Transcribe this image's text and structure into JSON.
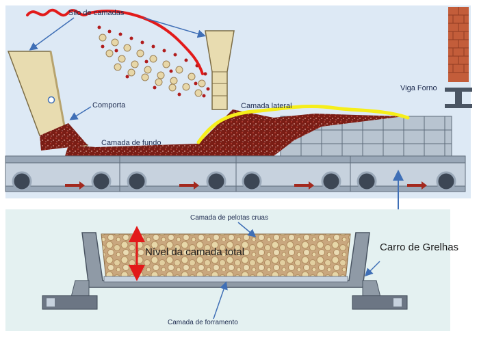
{
  "labels": {
    "silo": "Silo de camadas",
    "comporta": "Comporta",
    "camada_fundo": "Camada de fundo",
    "camada_lateral": "Camada lateral",
    "viga_forno": "Viga Forno",
    "carro_grelhas": "Carro de Grelhas",
    "camada_pelotas": "Camada de pelotas cruas",
    "nivel_camada": "Nível da camada total",
    "camada_forramento": "Camada de forramento"
  },
  "colors": {
    "panel_bg": "#dde9f5",
    "panel_bg2": "#e4f1f1",
    "pellet_bed": "#7a1d15",
    "pellet_light": "#e7d7a8",
    "steel": "#9aa8b8",
    "hopper": "#e8dcb0",
    "highlight_red": "#e21a1a",
    "highlight_yellow": "#f6ee1a",
    "arrow_blue": "#3f6fb6",
    "brick": "#c35d3a"
  },
  "icons": [
    "wheel-icon",
    "direction-arrow-icon",
    "double-arrow-icon"
  ]
}
